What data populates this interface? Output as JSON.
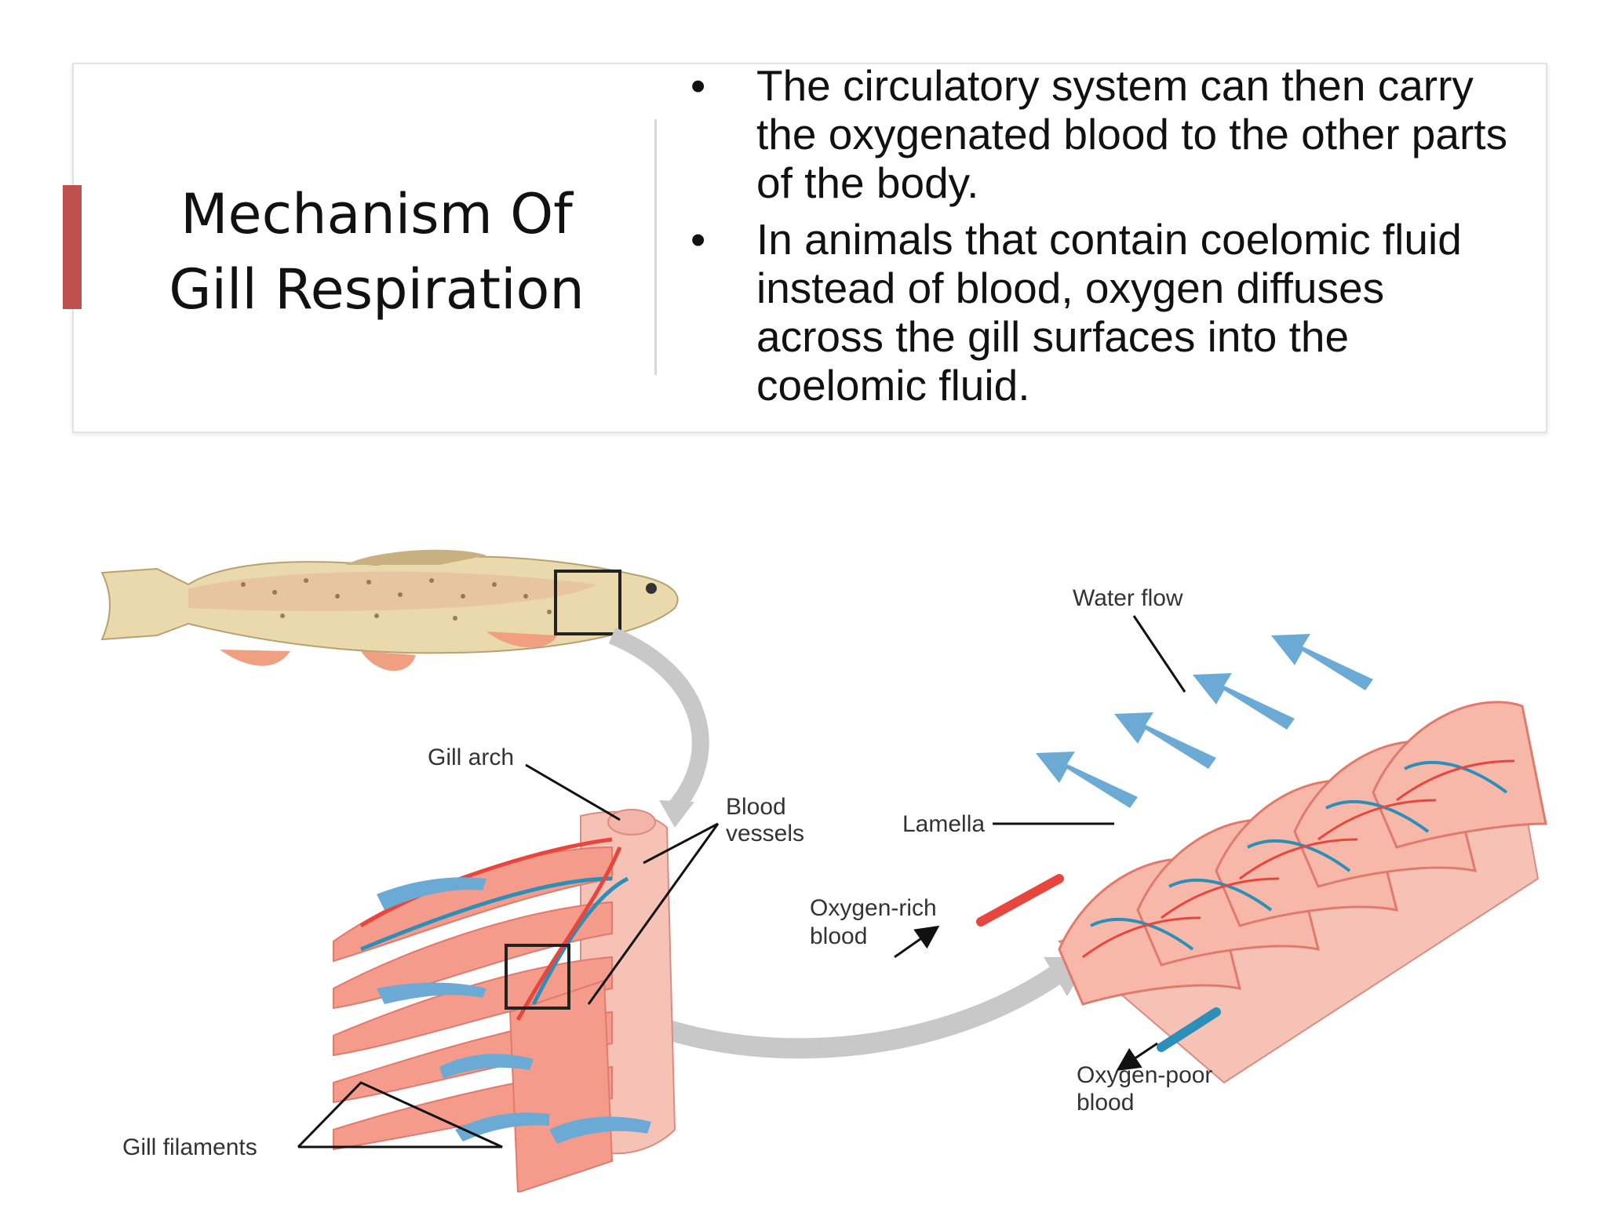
{
  "slide": {
    "title_line1": "Mechanism Of",
    "title_line2": "Gill Respiration",
    "bullets": [
      "The circulatory system can then carry the oxygenated blood to the other parts of the body.",
      "In animals that contain coelomic fluid instead of blood, oxygen diffuses across the gill surfaces into the coelomic fluid."
    ],
    "bullet_symbol": "•",
    "accent_color": "#c0504d"
  },
  "diagram": {
    "labels": {
      "water_flow": "Water flow",
      "gill_arch": "Gill arch",
      "blood_vessels_line1": "Blood",
      "blood_vessels_line2": "vessels",
      "lamella": "Lamella",
      "oxygen_rich_line1": "Oxygen-rich",
      "oxygen_rich_line2": "blood",
      "oxygen_poor_line1": "Oxygen-poor",
      "oxygen_poor_line2": "blood",
      "gill_filaments": "Gill filaments"
    },
    "colors": {
      "oxygen_rich": "#e8453c",
      "oxygen_poor": "#2b8fb8",
      "water_arrows": "#6aaad4",
      "tissue": "#f4a99c",
      "fish_body": "#d9c08a"
    }
  }
}
